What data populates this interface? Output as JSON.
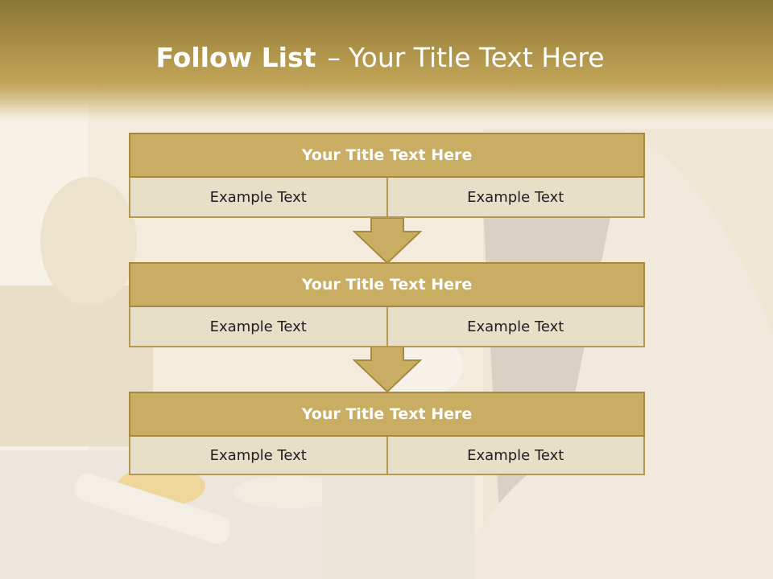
{
  "slide": {
    "title_bold": "Follow List",
    "title_dash": "–",
    "title_rest": "Your Title Text Here"
  },
  "blocks": [
    {
      "title": "Your Title Text Here",
      "left_text": "Example Text",
      "right_text": "Example Text"
    },
    {
      "title": "Your Title Text Here",
      "left_text": "Example Text",
      "right_text": "Example Text"
    },
    {
      "title": "Your Title Text Here",
      "left_text": "Example Text",
      "right_text": "Example Text"
    }
  ],
  "colors": {
    "header_gold": "#a88e44",
    "block_title_fill": "#c9ad62",
    "block_cell_fill": "#e8dfc9",
    "arrow_fill": "#c9ad62"
  }
}
